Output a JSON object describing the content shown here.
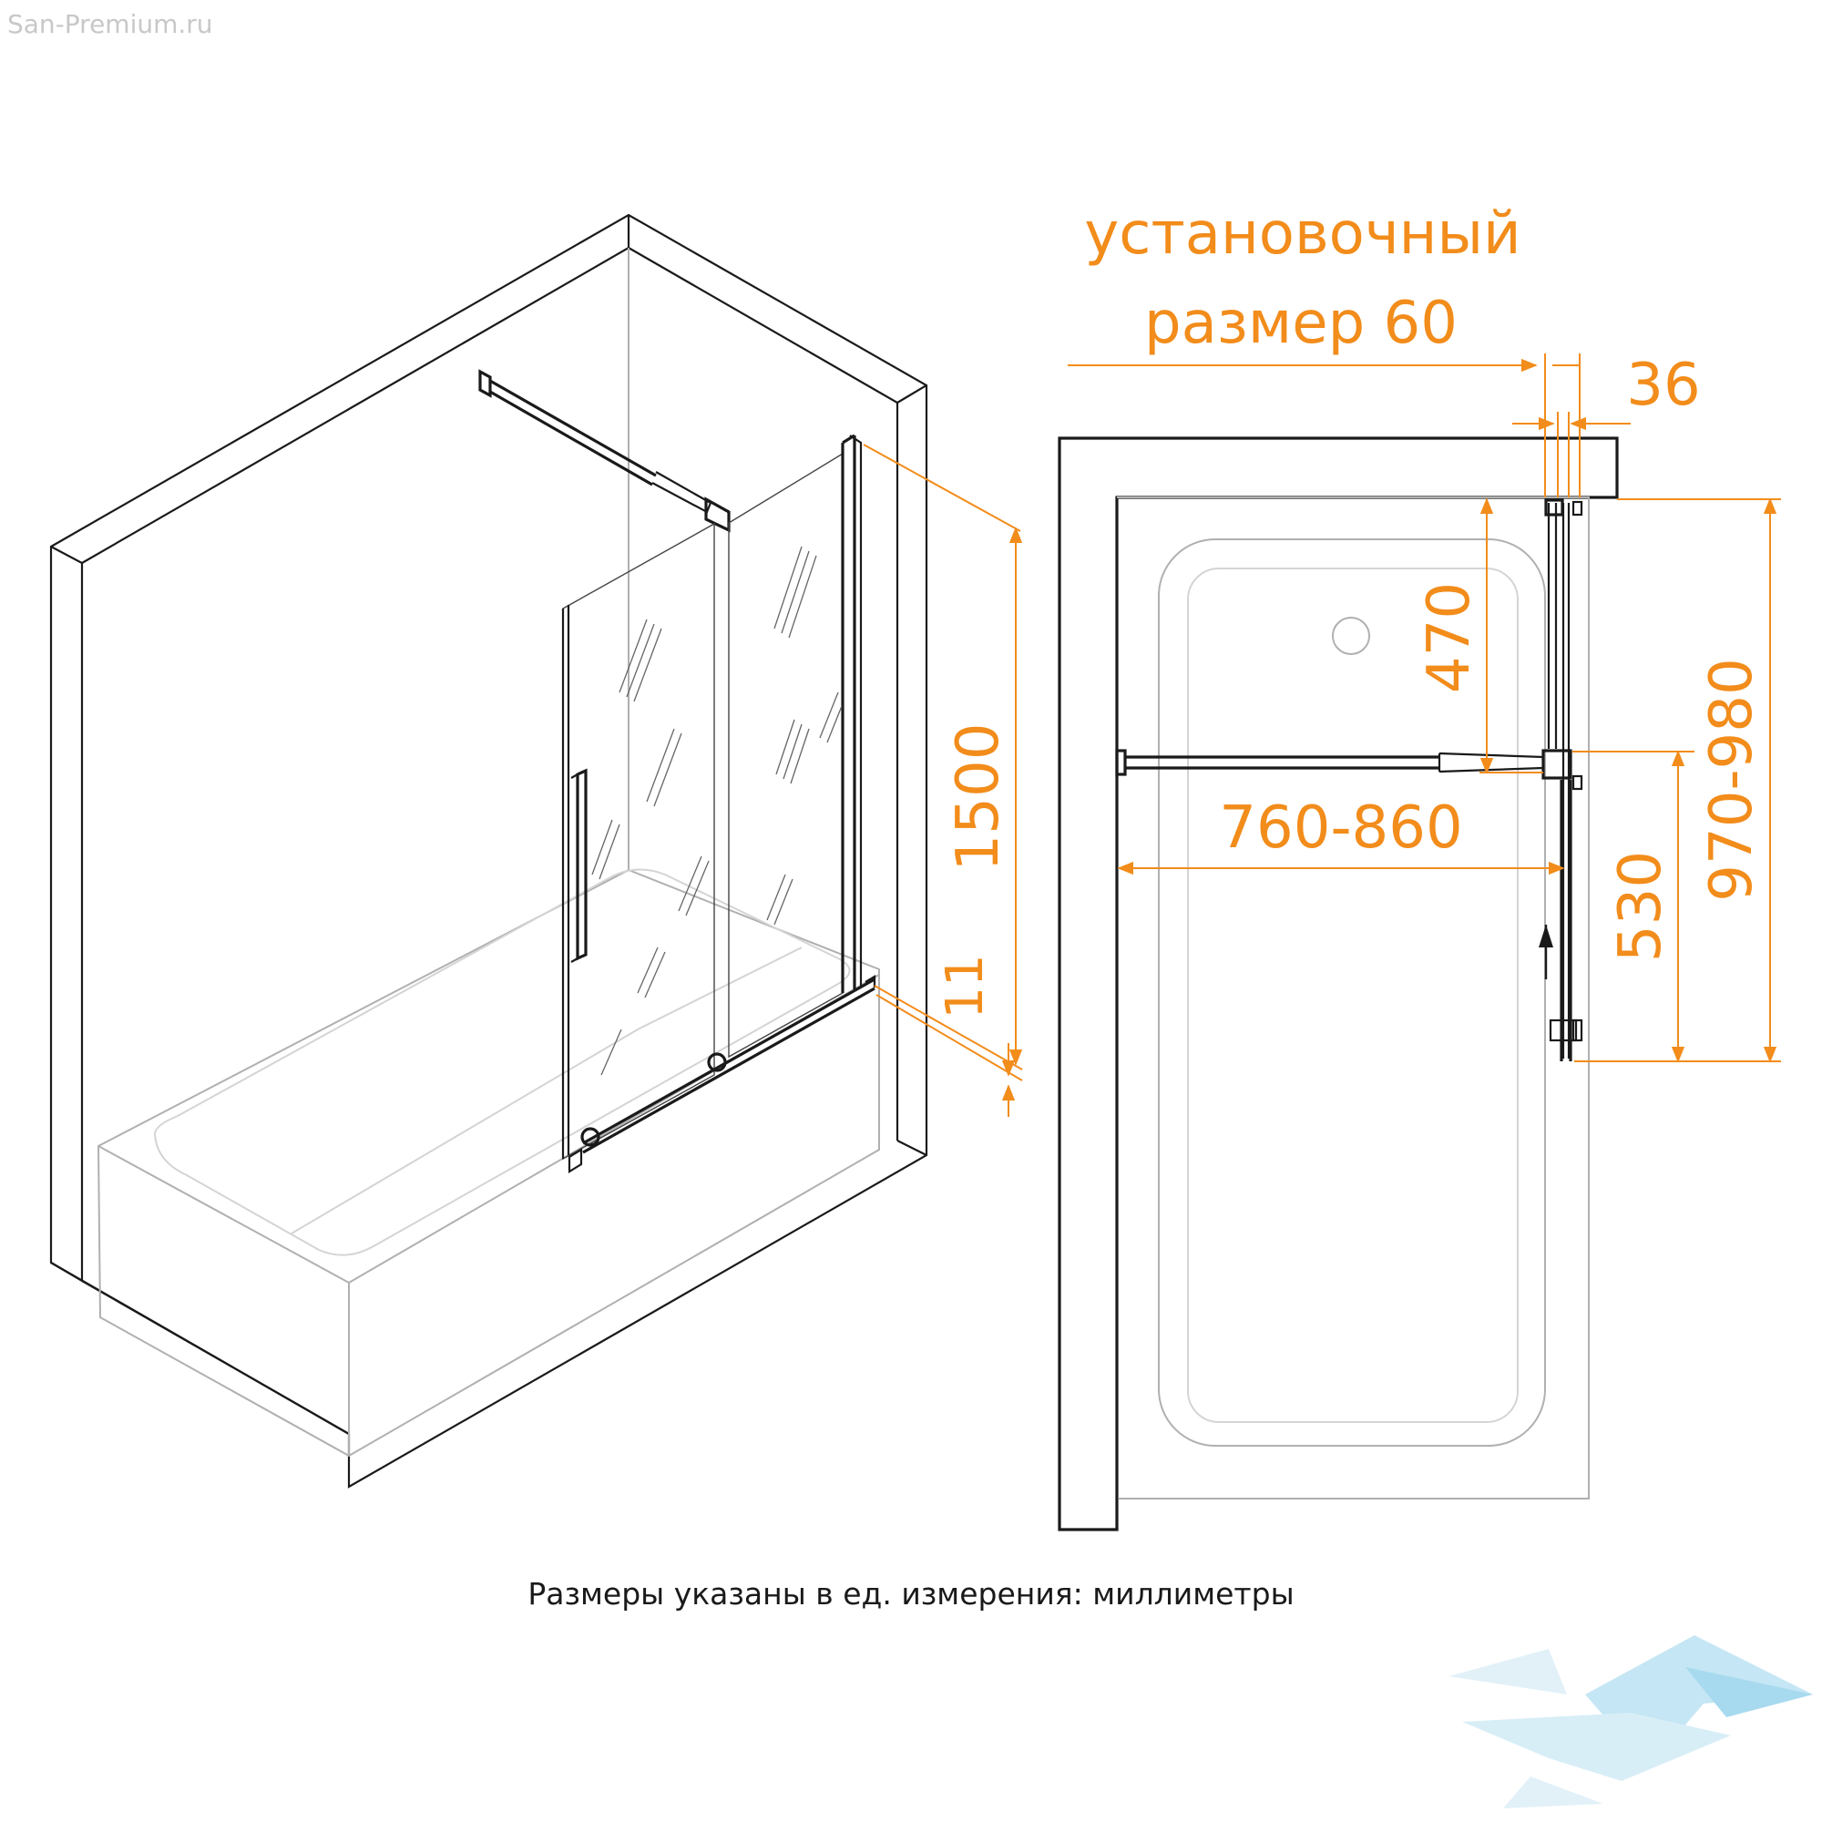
{
  "watermark": "San-Premium.ru",
  "caption": "Размеры указаны в ед. измерения: миллиметры",
  "colors": {
    "dimension": "#f28c1b",
    "line": "#1a1a1a",
    "tub": "#b0b0b0",
    "logo": "#7fc8e8"
  },
  "iso_view": {
    "height_label": "1500",
    "gap_label": "11"
  },
  "plan_view": {
    "install_label_line1": "установочный",
    "install_label_line2": "размер 60",
    "profile_label": "36",
    "fixed_panel_label": "470",
    "width_label": "760-860",
    "sliding_label": "530",
    "total_label": "970-980"
  },
  "logo": {
    "name": "bird-logo-icon"
  }
}
